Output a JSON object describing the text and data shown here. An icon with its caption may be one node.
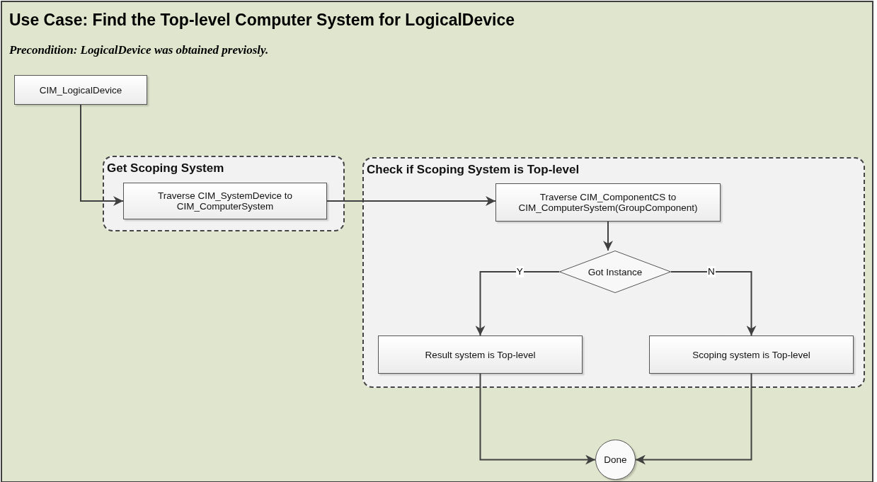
{
  "diagram": {
    "title": "Use Case: Find the Top-level Computer System for LogicalDevice",
    "nodes": [
      {
        "text": [
          "CIM_LogicalDevice"
        ]
      },
      {
        "text": [
          "Get Scoping System"
        ]
      },
      {
        "text": [
          "Traverse CIM_SystemDevice to CIM_ComputerSystem"
        ],
        "in": 1
      },
      {
        "text": [
          "Check if Scoping System is Top-level"
        ]
      },
      {
        "text": [
          "Traverse CIM_ComponentCS to CIM_ComputerSystem(GroupComponent)"
        ],
        "in": 3
      },
      {
        "text": [
          "Got Instance"
        ],
        "in": 3
      },
      {
        "text": [
          "Result system is Top-level"
        ],
        "in": 3
      },
      {
        "text": [
          "Scoping system is Top-level"
        ],
        "in": 3
      },
      {
        "text": [
          "Done"
        ]
      }
    ],
    "edges": [
      {
        "from": 0,
        "to": 2,
        "arrow": "to"
      },
      {
        "from": 2,
        "to": 4,
        "arrow": "to"
      },
      {
        "from": 4,
        "to": 5,
        "arrow": "to"
      },
      {
        "from": 5,
        "to": 6,
        "arrow": "to",
        "label": "Y"
      },
      {
        "from": 5,
        "to": 7,
        "arrow": "to",
        "label": "N"
      },
      {
        "from": 6,
        "to": 8,
        "arrow": "to"
      },
      {
        "from": 7,
        "to": 8,
        "arrow": "to"
      }
    ],
    "labels": [
      "Precondition: LogicalDevice was obtained previosly."
    ]
  }
}
